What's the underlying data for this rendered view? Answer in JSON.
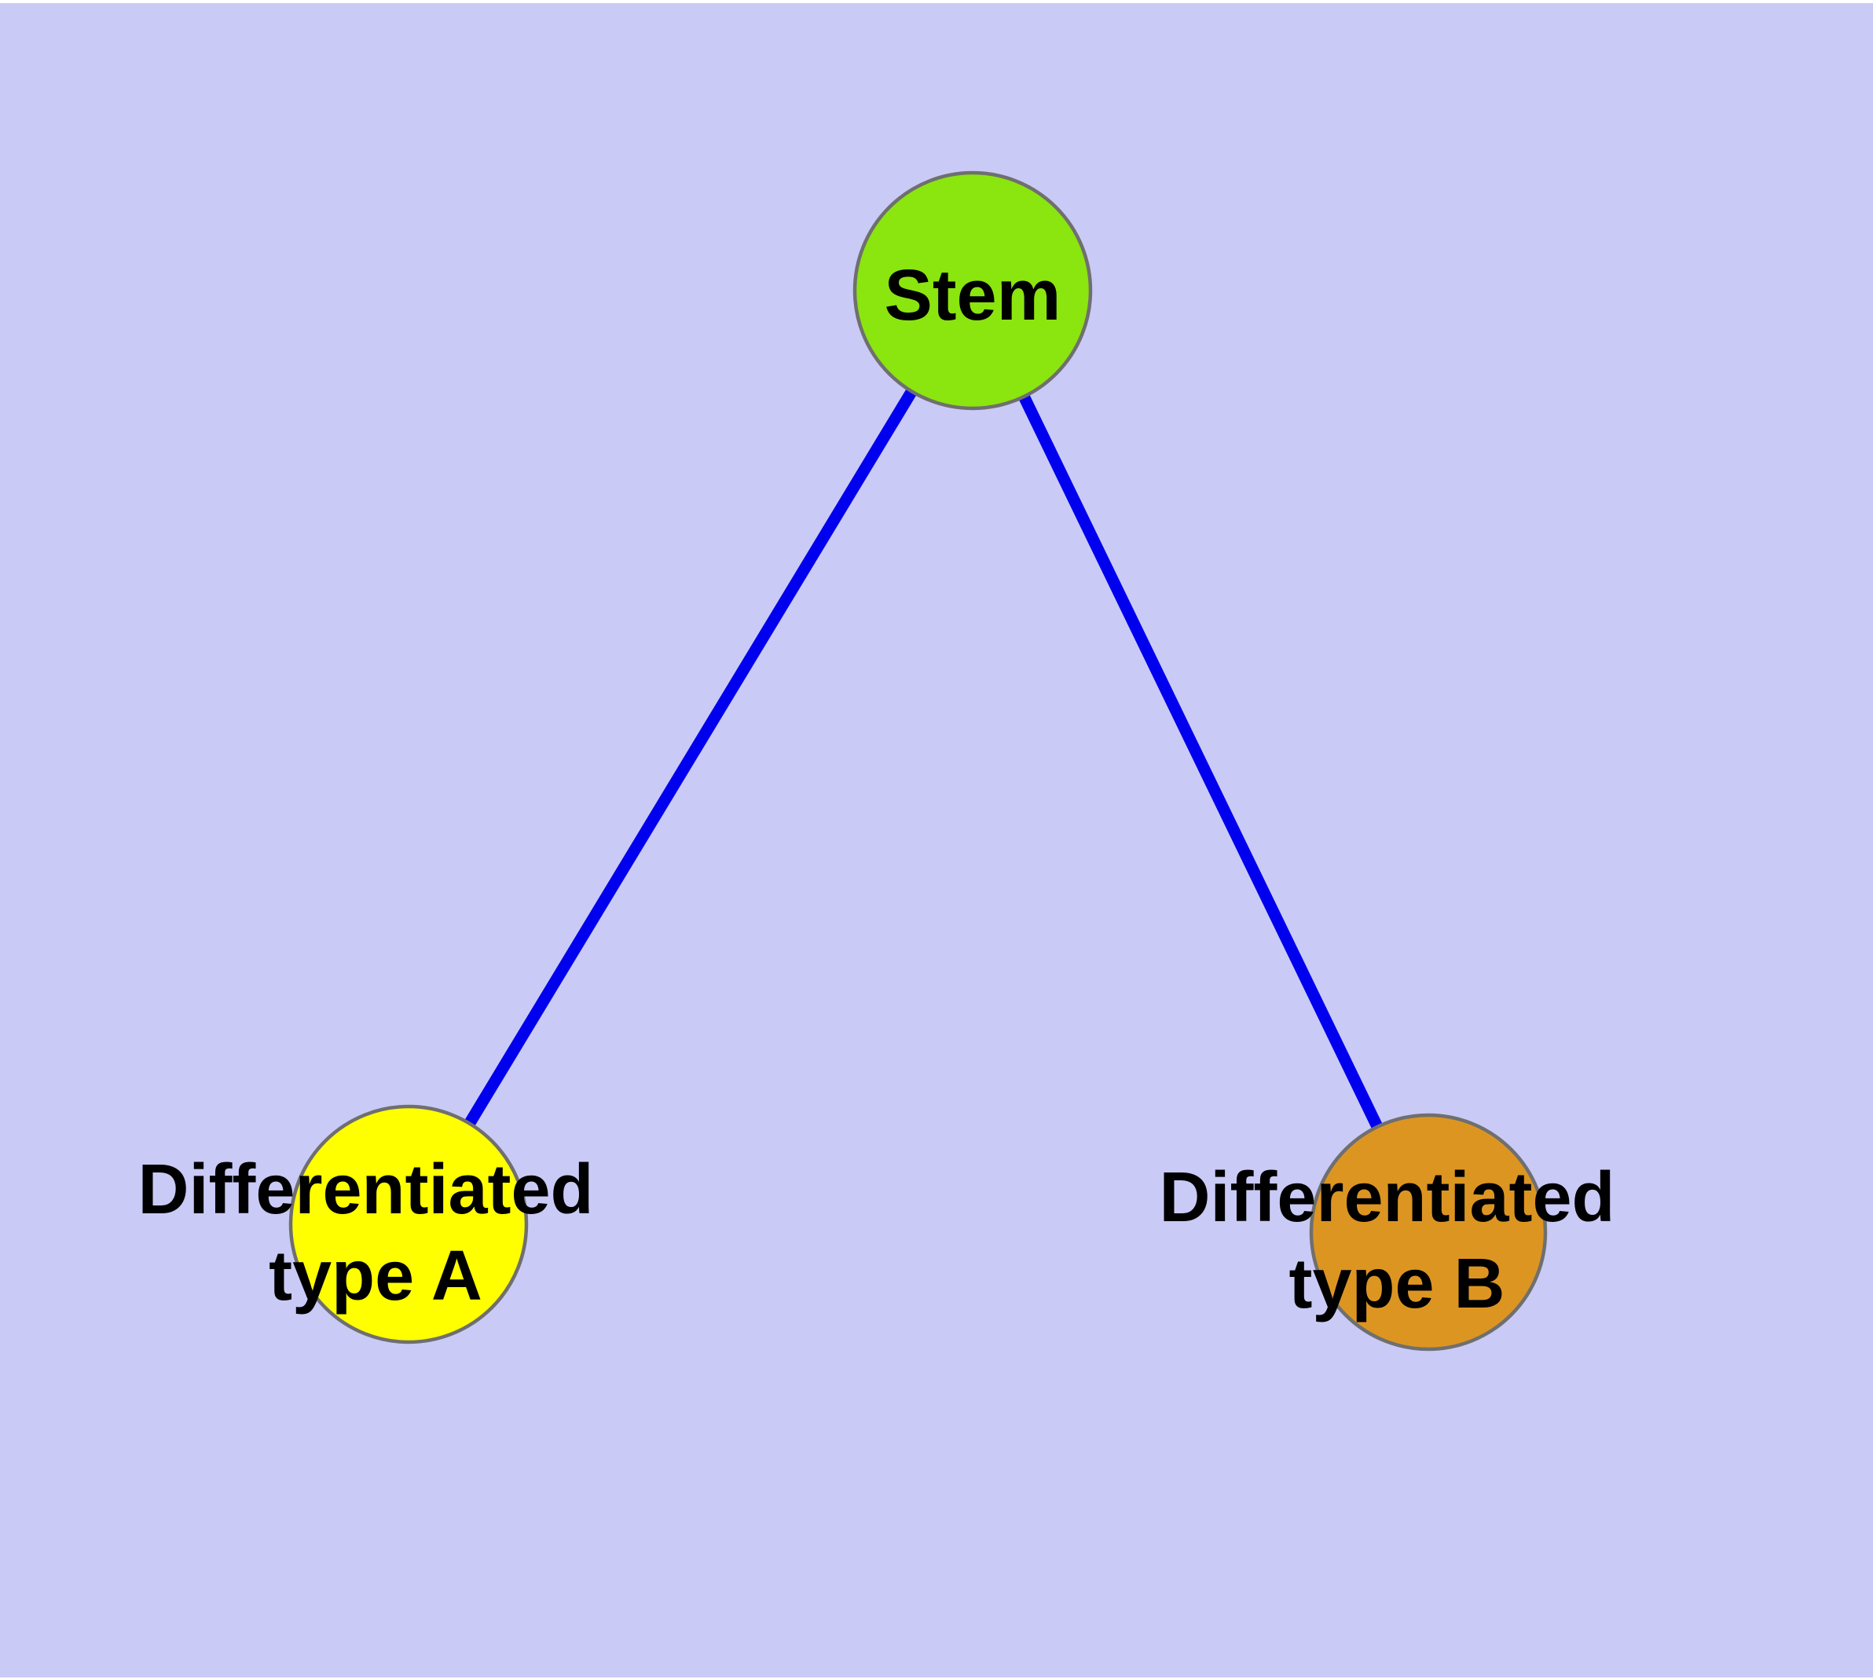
{
  "background": {
    "plot_color": "#cacaf6",
    "margin_color": "#ffffff"
  },
  "text_color": "#000000",
  "nodes": [
    {
      "id": "stem",
      "label_lines": [
        "Stem"
      ],
      "fill": "#8be50f",
      "border": "#6f6f6f"
    },
    {
      "id": "differentiated-type-a",
      "label_lines": [
        "Differentiated",
        "type A"
      ],
      "fill": "#ffff00",
      "border": "#6f6f6f"
    },
    {
      "id": "differentiated-type-b",
      "label_lines": [
        "Differentiated",
        "type B"
      ],
      "fill": "#dd9522",
      "border": "#6f6f6f"
    }
  ],
  "edges": [
    {
      "from": "stem",
      "to": "differentiated-type-a",
      "color": "#0000ee"
    },
    {
      "from": "stem",
      "to": "differentiated-type-b",
      "color": "#0000ee"
    }
  ]
}
